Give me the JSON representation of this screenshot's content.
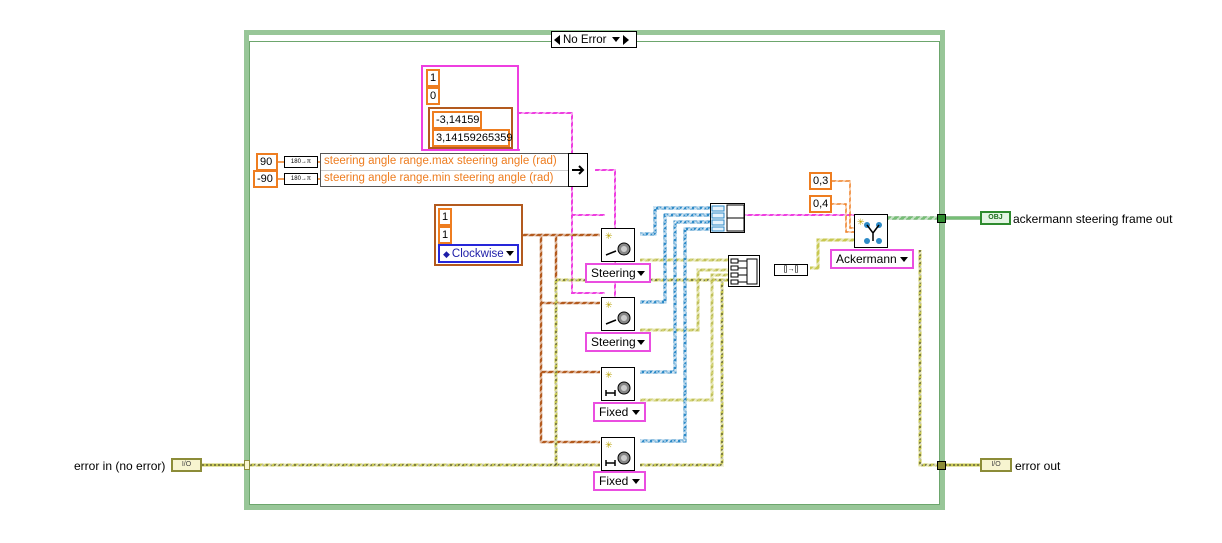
{
  "case_selector": {
    "value": "No Error"
  },
  "array_constant": {
    "values": [
      "1",
      "0"
    ]
  },
  "range_cluster": {
    "min": "-3,14159",
    "max": "3,14159265359"
  },
  "degree_constants": {
    "max": "90",
    "min": "-90"
  },
  "unbundle": {
    "max_label": "steering angle range.max steering angle (rad)",
    "min_label": "steering angle range.min steering angle (rad)"
  },
  "wheel_cluster": {
    "v1": "1",
    "v2": "1",
    "direction": "Clockwise"
  },
  "wheels": [
    "Steering",
    "Steering",
    "Fixed",
    "Fixed"
  ],
  "dimension_constants": {
    "a": "0,3",
    "b": "0,4"
  },
  "frame_type": {
    "value": "Ackermann"
  },
  "indicators": {
    "error_in": "error in (no error)",
    "frame_out": "ackermann steering frame out",
    "error_out": "error out"
  },
  "terminal_glyphs": {
    "error": "I/O",
    "obj": "OBJ"
  },
  "colors": {
    "case_border": "#98c698",
    "orange_numeric": "#ee7d20",
    "pink_array": "#ee3fe0",
    "cluster_brown": "#b35a1e",
    "error_wire": "#c8c850",
    "blue_wire": "#2d8ac7",
    "object_wire": "#2e8b2e"
  }
}
